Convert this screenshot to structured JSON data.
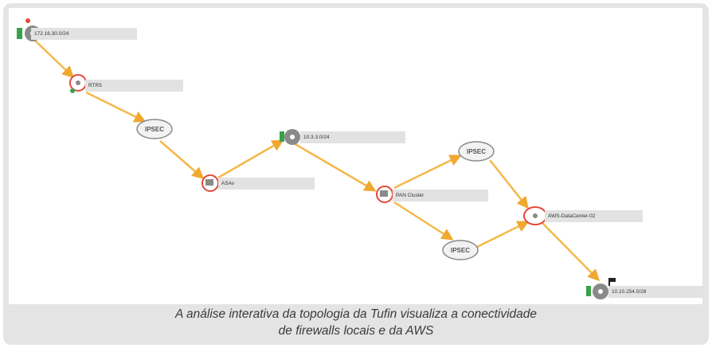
{
  "nodes": {
    "subnet_src": {
      "label": "172.16.30.0/24",
      "icon": "network-segment-icon"
    },
    "router": {
      "label": "RTR5",
      "icon": "router-icon"
    },
    "ipsec_1": {
      "label": "IPSEC",
      "icon": "cloud-icon"
    },
    "firewall_1": {
      "label": "ASAv",
      "icon": "firewall-icon"
    },
    "subnet_mid": {
      "label": "10.3.3.0/24",
      "icon": "network-segment-icon"
    },
    "firewall_cluster": {
      "label": "PAN Cluster",
      "icon": "firewall-icon"
    },
    "ipsec_2": {
      "label": "IPSEC",
      "icon": "cloud-icon"
    },
    "ipsec_3": {
      "label": "IPSEC",
      "icon": "cloud-icon"
    },
    "aws_dc": {
      "label": "AWS-DataCenter-02",
      "icon": "cloud-router-icon"
    },
    "subnet_dst": {
      "label": "10.10.254.0/28",
      "icon": "network-segment-icon"
    }
  },
  "colors": {
    "path": "#f5b84a",
    "device_ring": "#e04a3a",
    "label_bg": "#e2e2e2",
    "frame": "#e4e4e4",
    "subnet_green": "#3aa14a"
  },
  "caption": {
    "line1": "A análise interativa da topologia da Tufin visualiza a conectividade",
    "line2": "de firewalls locais e da AWS"
  }
}
